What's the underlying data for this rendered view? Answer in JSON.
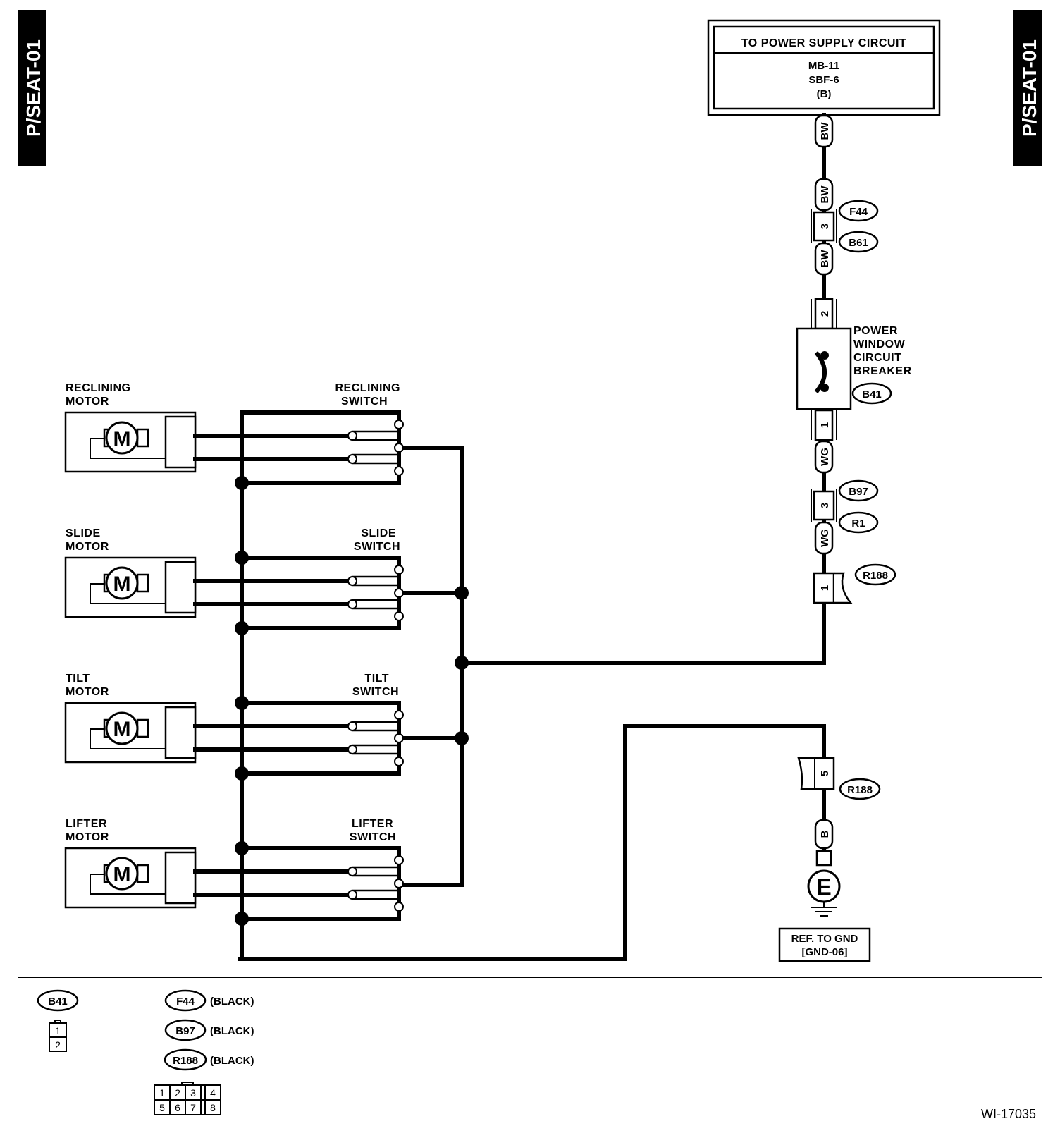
{
  "page_tag": "P/SEAT-01",
  "page_tag_right": "P/SEAT-01",
  "figure_id": "WI-17035",
  "power_supply": {
    "title": "TO POWER SUPPLY CIRCUIT",
    "line1": "MB-11",
    "line2": "SBF-6",
    "line3": "(B)"
  },
  "wire_colors": {
    "bw1": "BW",
    "bw2": "BW",
    "bw3": "BW",
    "wg1": "WG",
    "wg2": "WG",
    "b": "B"
  },
  "pins": {
    "f44": "3",
    "breaker_top": "2",
    "breaker_bottom": "1",
    "b97": "3",
    "r188_top": "1",
    "r188_bottom": "5"
  },
  "connectors": {
    "f44": "F44",
    "b61": "B61",
    "b41": "B41",
    "b97": "B97",
    "r1": "R1",
    "r188_top": "R188",
    "r188_bottom": "R188"
  },
  "breaker": {
    "line1": "POWER",
    "line2": "WINDOW",
    "line3": "CIRCUIT",
    "line4": "BREAKER"
  },
  "motors": [
    {
      "line1": "RECLINING",
      "line2": "MOTOR",
      "symbol": "M"
    },
    {
      "line1": "SLIDE",
      "line2": "MOTOR",
      "symbol": "M"
    },
    {
      "line1": "TILT",
      "line2": "MOTOR",
      "symbol": "M"
    },
    {
      "line1": "LIFTER",
      "line2": "MOTOR",
      "symbol": "M"
    }
  ],
  "switches": [
    {
      "line1": "RECLINING",
      "line2": "SWITCH"
    },
    {
      "line1": "SLIDE",
      "line2": "SWITCH"
    },
    {
      "line1": "TILT",
      "line2": "SWITCH"
    },
    {
      "line1": "LIFTER",
      "line2": "SWITCH"
    }
  ],
  "ground": {
    "symbol": "E",
    "ref_line1": "REF. TO GND",
    "ref_line2": "[GND-06]"
  },
  "legend": {
    "b41": "B41",
    "b41_pins": [
      "1",
      "2"
    ],
    "f44": "F44",
    "f44_color": "(BLACK)",
    "b97": "B97",
    "b97_color": "(BLACK)",
    "r188": "R188",
    "r188_color": "(BLACK)",
    "r188_pins": [
      "1",
      "2",
      "3",
      "4",
      "5",
      "6",
      "7",
      "8"
    ]
  }
}
